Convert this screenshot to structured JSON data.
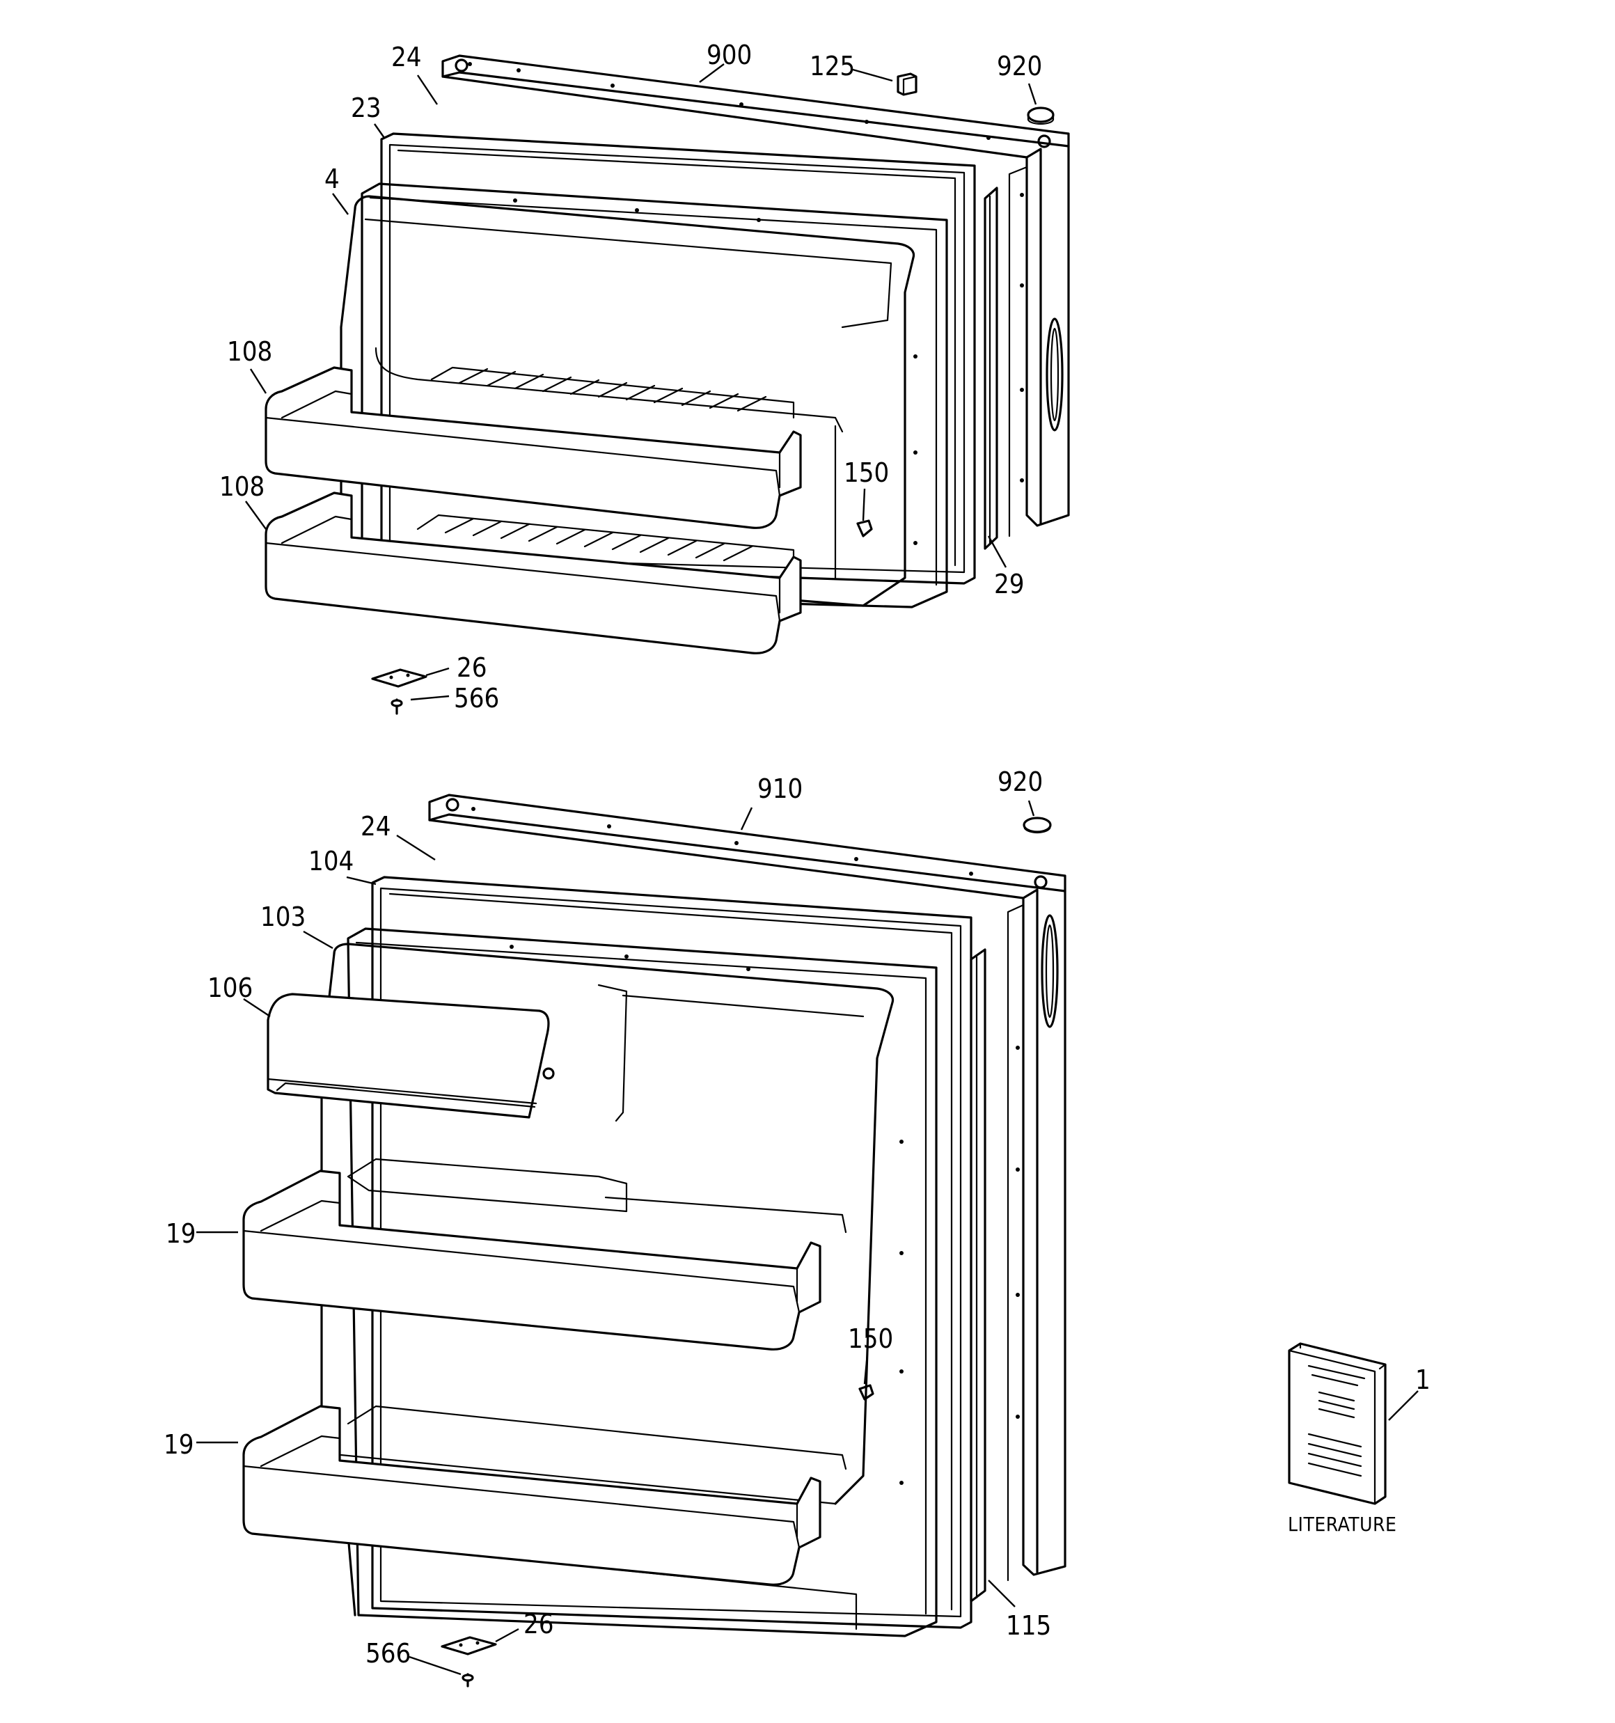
{
  "labels": {
    "top_900": "900",
    "top_125": "125",
    "top_920": "920",
    "top_24": "24",
    "top_23": "23",
    "top_4": "4",
    "top_108_a": "108",
    "top_108_b": "108",
    "top_150": "150",
    "top_29": "29",
    "top_26": "26",
    "top_566": "566",
    "bot_910": "910",
    "bot_920": "920",
    "bot_24": "24",
    "bot_104": "104",
    "bot_103": "103",
    "bot_106": "106",
    "bot_19_a": "19",
    "bot_19_b": "19",
    "bot_150": "150",
    "bot_115": "115",
    "bot_26": "26",
    "bot_566": "566",
    "lit_1": "1",
    "literature": "LITERATURE"
  },
  "icons": {
    "booklet": "literature-booklet-icon",
    "screw": "screw-icon",
    "plug": "plug-icon",
    "hinge": "hinge-icon"
  }
}
